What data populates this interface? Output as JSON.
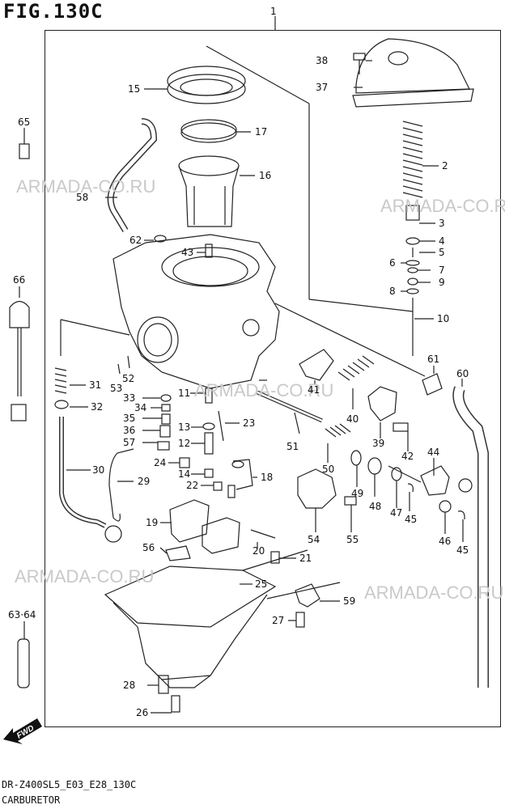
{
  "figure_title": "FIG.130C",
  "footer": {
    "code": "DR-Z400SL5_E03_E28_130C",
    "name": "CARBURETOR"
  },
  "fwd_label": "FWD",
  "watermark": "ARMADA-CO.RU",
  "callouts": [
    {
      "id": "1",
      "text": "1"
    },
    {
      "id": "2",
      "text": "2"
    },
    {
      "id": "3",
      "text": "3"
    },
    {
      "id": "4",
      "text": "4"
    },
    {
      "id": "5",
      "text": "5"
    },
    {
      "id": "6",
      "text": "6"
    },
    {
      "id": "7",
      "text": "7"
    },
    {
      "id": "8",
      "text": "8"
    },
    {
      "id": "9",
      "text": "9"
    },
    {
      "id": "10",
      "text": "10"
    },
    {
      "id": "11",
      "text": "11"
    },
    {
      "id": "12",
      "text": "12"
    },
    {
      "id": "13",
      "text": "13"
    },
    {
      "id": "14",
      "text": "14"
    },
    {
      "id": "15",
      "text": "15"
    },
    {
      "id": "16",
      "text": "16"
    },
    {
      "id": "17",
      "text": "17"
    },
    {
      "id": "18",
      "text": "18"
    },
    {
      "id": "19",
      "text": "19"
    },
    {
      "id": "20",
      "text": "20"
    },
    {
      "id": "21",
      "text": "21"
    },
    {
      "id": "22",
      "text": "22"
    },
    {
      "id": "23",
      "text": "23"
    },
    {
      "id": "24",
      "text": "24"
    },
    {
      "id": "25",
      "text": "25"
    },
    {
      "id": "26",
      "text": "26"
    },
    {
      "id": "27",
      "text": "27"
    },
    {
      "id": "28",
      "text": "28"
    },
    {
      "id": "29",
      "text": "29"
    },
    {
      "id": "30",
      "text": "30"
    },
    {
      "id": "31",
      "text": "31"
    },
    {
      "id": "32",
      "text": "32"
    },
    {
      "id": "33",
      "text": "33"
    },
    {
      "id": "34",
      "text": "34"
    },
    {
      "id": "35",
      "text": "35"
    },
    {
      "id": "36",
      "text": "36"
    },
    {
      "id": "37",
      "text": "37"
    },
    {
      "id": "38",
      "text": "38"
    },
    {
      "id": "39",
      "text": "39"
    },
    {
      "id": "40",
      "text": "40"
    },
    {
      "id": "41",
      "text": "41"
    },
    {
      "id": "42",
      "text": "42"
    },
    {
      "id": "43",
      "text": "43"
    },
    {
      "id": "44",
      "text": "44"
    },
    {
      "id": "45a",
      "text": "45"
    },
    {
      "id": "45b",
      "text": "45"
    },
    {
      "id": "46",
      "text": "46"
    },
    {
      "id": "47",
      "text": "47"
    },
    {
      "id": "48",
      "text": "48"
    },
    {
      "id": "49",
      "text": "49"
    },
    {
      "id": "50",
      "text": "50"
    },
    {
      "id": "51",
      "text": "51"
    },
    {
      "id": "52",
      "text": "52"
    },
    {
      "id": "53",
      "text": "53"
    },
    {
      "id": "54",
      "text": "54"
    },
    {
      "id": "55",
      "text": "55"
    },
    {
      "id": "56",
      "text": "56"
    },
    {
      "id": "57",
      "text": "57"
    },
    {
      "id": "58",
      "text": "58"
    },
    {
      "id": "59",
      "text": "59"
    },
    {
      "id": "60",
      "text": "60"
    },
    {
      "id": "61",
      "text": "61"
    },
    {
      "id": "62",
      "text": "62"
    },
    {
      "id": "63_64",
      "text": "63·64"
    },
    {
      "id": "65",
      "text": "65"
    },
    {
      "id": "66",
      "text": "66"
    }
  ]
}
